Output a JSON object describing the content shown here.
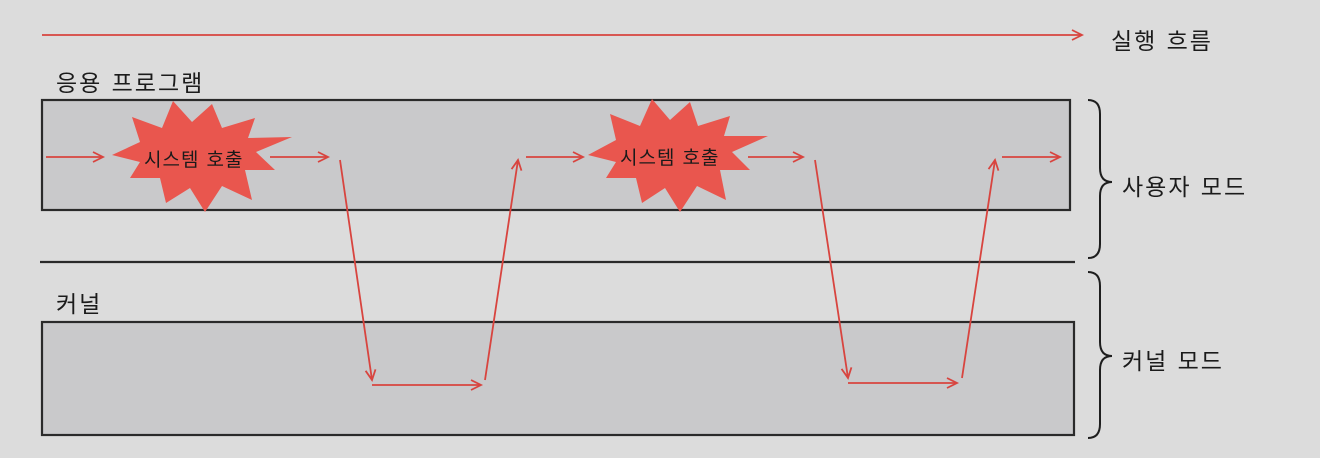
{
  "labels": {
    "flow": "실행 흐름",
    "app": "응용 프로그램",
    "kernel": "커널",
    "user_mode": "사용자 모드",
    "kernel_mode": "커널 모드"
  },
  "events": [
    {
      "label": "시스템 호출"
    },
    {
      "label": "시스템 호출"
    }
  ],
  "colors": {
    "arrow": "#d8443f",
    "burst": "#e9564e",
    "box_fill": "#c9c9cb",
    "box_stroke": "#2a2a2a",
    "background": "#dcdcdc"
  }
}
